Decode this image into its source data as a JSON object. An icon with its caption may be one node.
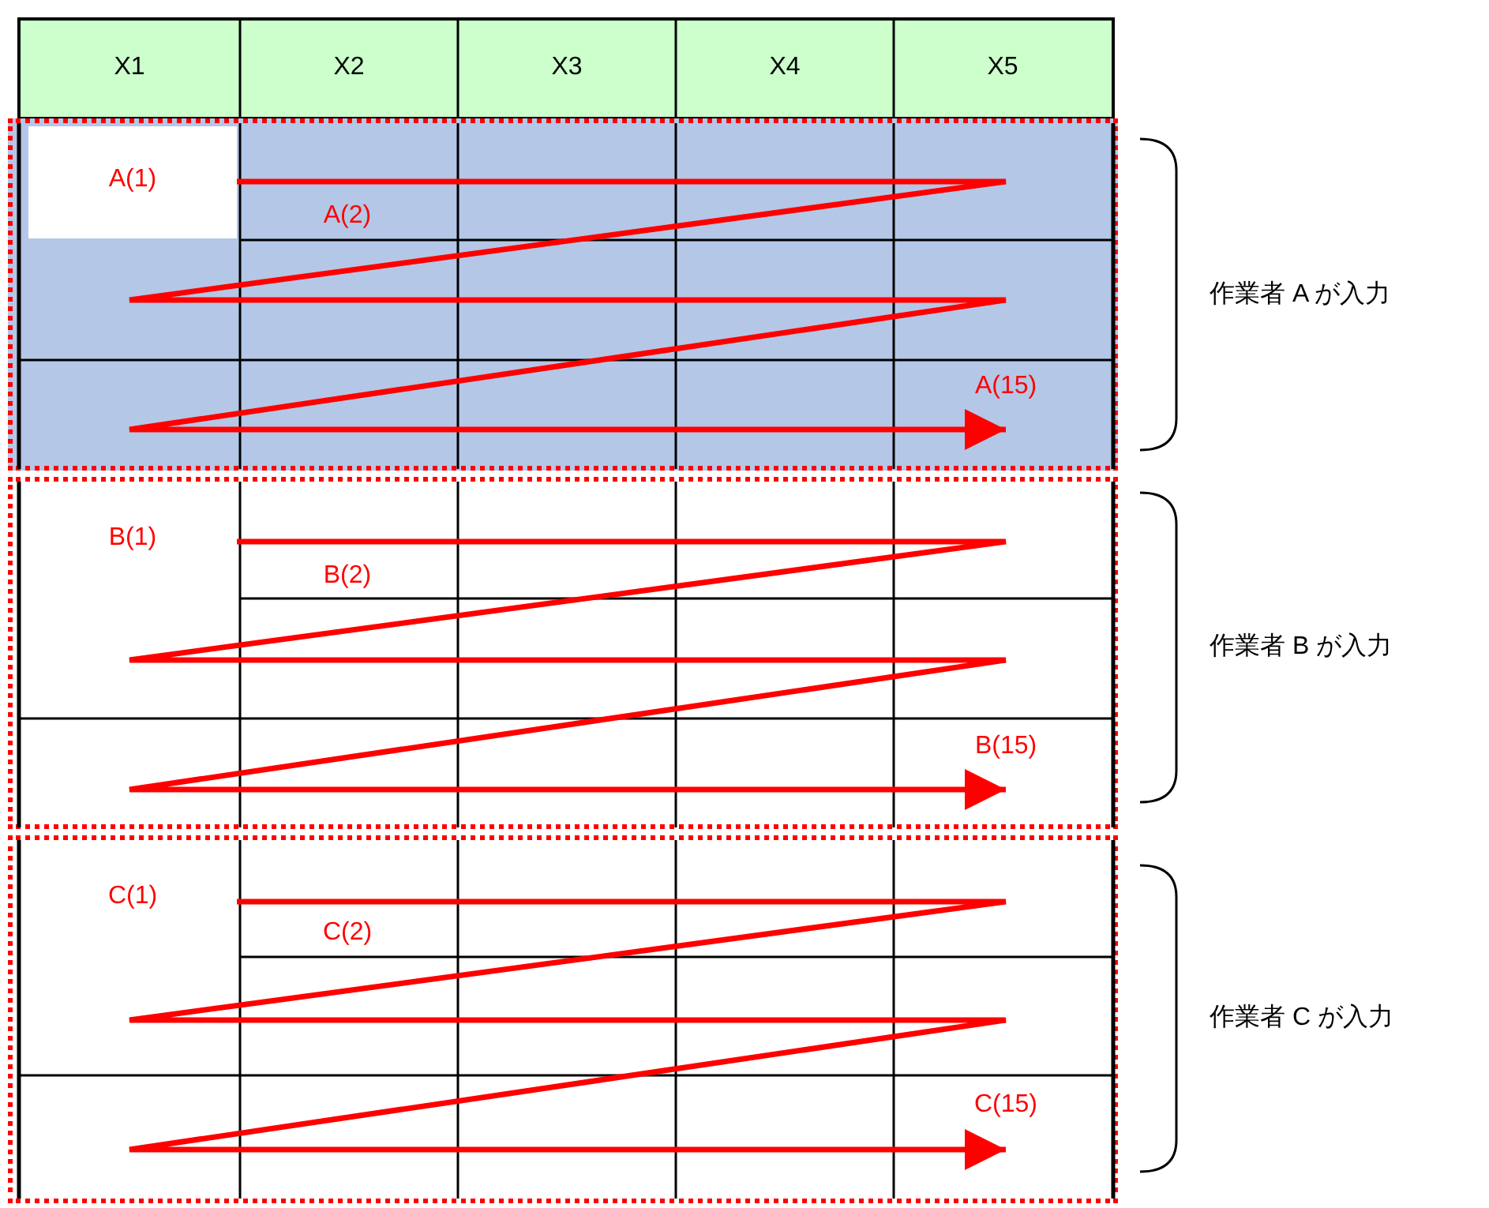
{
  "diagram": {
    "nodes": [
      {
        "text": [],
        "shape": "box",
        "beside": [
          "作業者 A が入力"
        ]
      },
      {
        "text": [
          "A(1)"
        ],
        "in": 0
      },
      {
        "text": [],
        "shape": "box",
        "beside": [
          "作業者 B が入力"
        ]
      },
      {
        "text": [
          "B(1)"
        ],
        "in": 2
      },
      {
        "text": [],
        "shape": "box",
        "beside": [
          "作業者 C が入力"
        ]
      },
      {
        "text": [
          "C(1)"
        ],
        "in": 4
      }
    ],
    "edges": [
      {
        "from": 1,
        "to": null,
        "arrow": "to",
        "color": "#ff0000"
      },
      {
        "from": 3,
        "to": null,
        "arrow": "to",
        "color": "#ff0000"
      },
      {
        "from": 5,
        "to": null,
        "arrow": "to",
        "color": "#ff0000"
      }
    ],
    "labels": [
      "X1",
      "X2",
      "X3",
      "X4",
      "X5",
      "A(2)",
      "A(15)",
      "B(2)",
      "B(15)",
      "C(2)",
      "C(15)"
    ]
  }
}
